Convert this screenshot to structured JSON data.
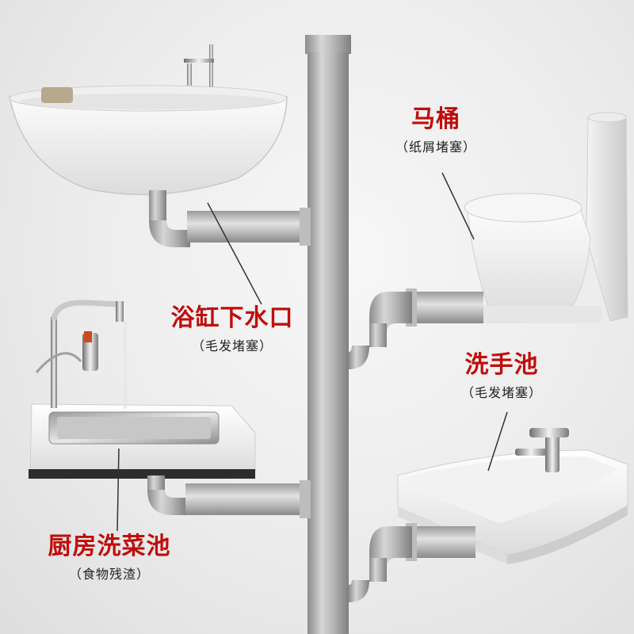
{
  "colors": {
    "accent": "#c00d0d",
    "pipe": "#a9a9a9",
    "porcelain": "#ffffff",
    "leader": "#333333"
  },
  "labels": {
    "toilet": {
      "title": "马桶",
      "note": "（纸屑堵塞）"
    },
    "bathtub": {
      "title": "浴缸下水口",
      "note": "（毛发堵塞）"
    },
    "washbasin": {
      "title": "洗手池",
      "note": "（毛发堵塞）"
    },
    "kitchen": {
      "title": "厨房洗菜池",
      "note": "（食物残渣）"
    }
  }
}
